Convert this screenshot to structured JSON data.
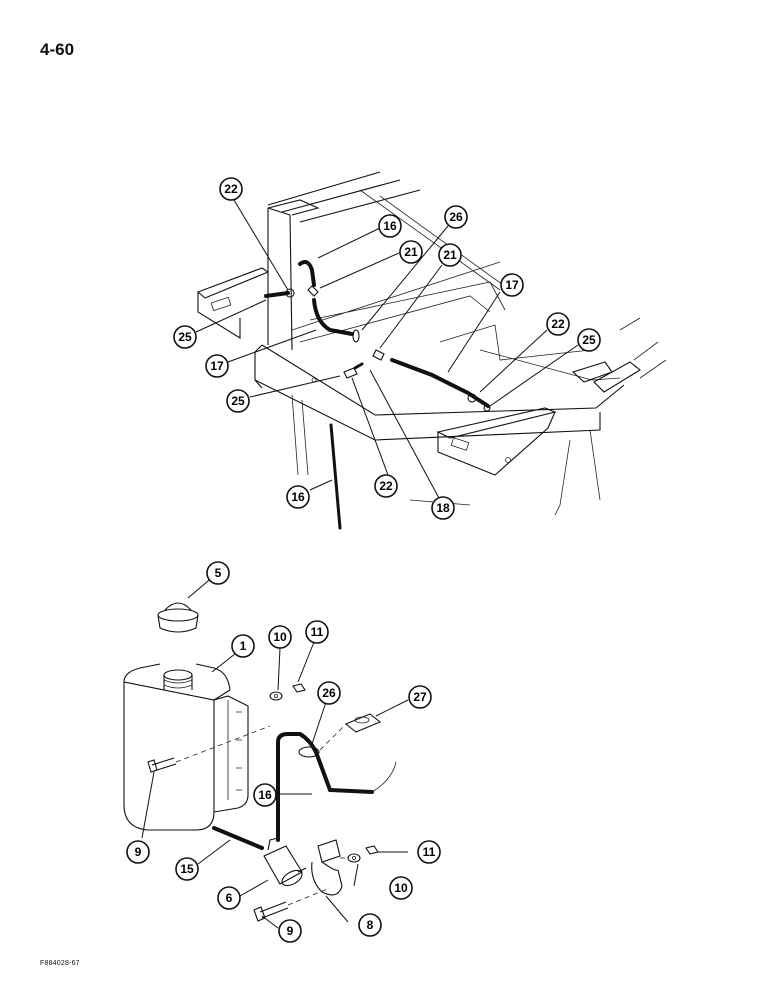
{
  "page_number": "4-60",
  "figure_ref": "F884028-67",
  "callouts": {
    "c22a": "22",
    "c16a": "16",
    "c26a": "26",
    "c21a": "21",
    "c21b": "21",
    "c17a": "17",
    "c22b": "22",
    "c25a": "25",
    "c25b": "25",
    "c17b": "17",
    "c25c": "25",
    "c22c": "22",
    "c16b": "16",
    "c18": "18",
    "c5": "5",
    "c1": "1",
    "c10a": "10",
    "c11a": "11",
    "c26b": "26",
    "c27": "27",
    "c16c": "16",
    "c9a": "9",
    "c15": "15",
    "c11b": "11",
    "c10b": "10",
    "c6": "6",
    "c8": "8",
    "c9b": "9"
  }
}
